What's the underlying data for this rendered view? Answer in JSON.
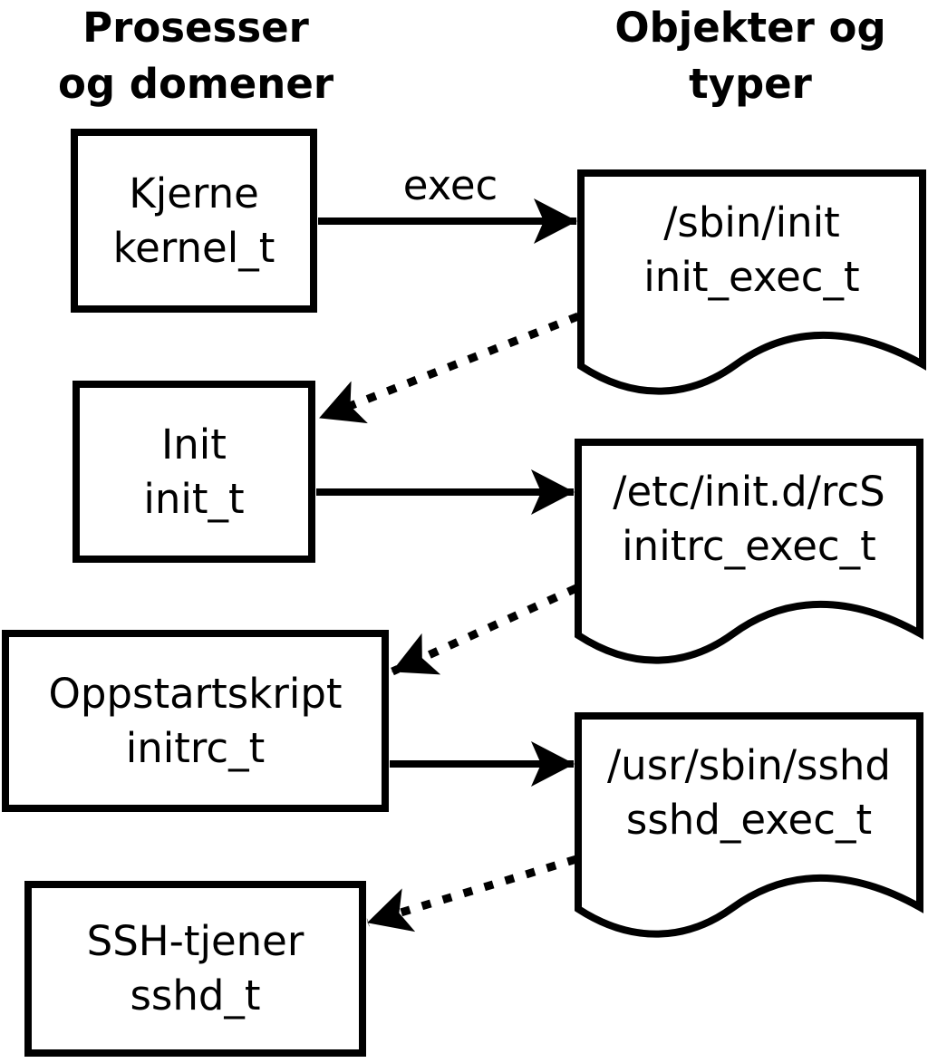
{
  "colors": {
    "ink": "#000000",
    "background": "#ffffff"
  },
  "columns": {
    "processes": {
      "line1": "Prosesser",
      "line2": "og domener"
    },
    "objects": {
      "line1": "Objekter og",
      "line2": "typer"
    }
  },
  "process_boxes": [
    {
      "label": "Kjerne",
      "type": "kernel_t"
    },
    {
      "label": "Init",
      "type": "init_t"
    },
    {
      "label": "Oppstartskript",
      "type": "initrc_t"
    },
    {
      "label": "SSH-tjener",
      "type": "sshd_t"
    }
  ],
  "object_docs": [
    {
      "path": "/sbin/init",
      "type": "init_exec_t"
    },
    {
      "path": "/etc/init.d/rcS",
      "type": "initrc_exec_t"
    },
    {
      "path": "/usr/sbin/sshd",
      "type": "sshd_exec_t"
    }
  ],
  "edges": {
    "exec_label": "exec"
  }
}
